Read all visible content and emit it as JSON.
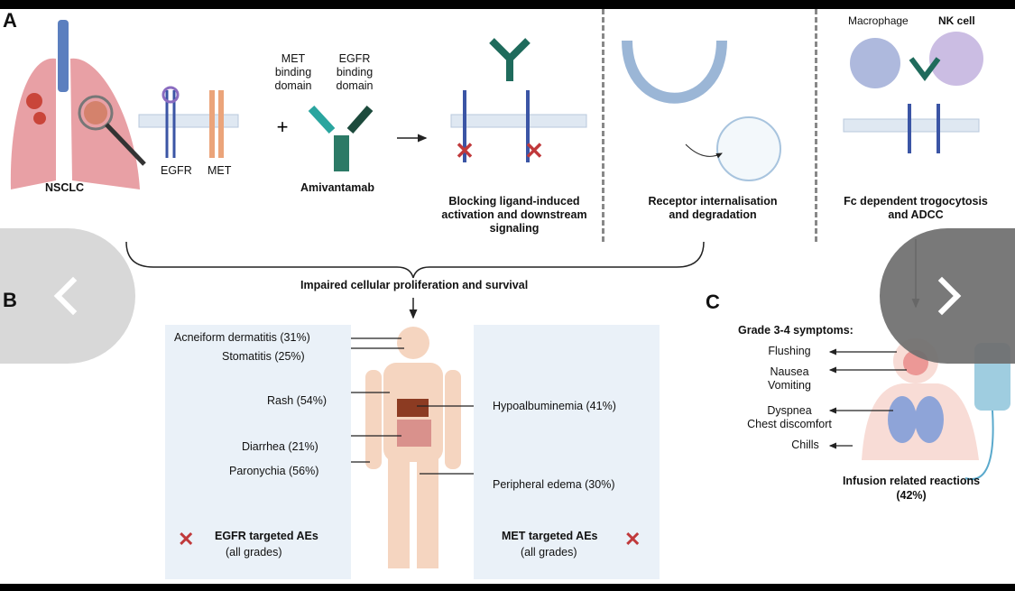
{
  "panels": {
    "a": "A",
    "b": "B",
    "c": "C"
  },
  "panel_a": {
    "nsclc": "NSCLC",
    "egfr": "EGFR",
    "met": "MET",
    "met_domain": "MET\nbinding\ndomain",
    "egfr_domain": "EGFR\nbinding\ndomain",
    "plus": "+",
    "amivantamab": "Amivantamab",
    "blocking": "Blocking ligand-induced\nactivation and downstream\nsignaling",
    "internalisation": "Receptor internalisation\nand degradation",
    "macrophage": "Macrophage",
    "nk_cell": "NK cell",
    "adcc": "Fc dependent trogocytosis\nand ADCC",
    "impaired": "Impaired cellular proliferation and survival"
  },
  "panel_b": {
    "egfr_aes": [
      {
        "label": "Acneiform dermatitis (31%)"
      },
      {
        "label": "Stomatitis (25%)"
      },
      {
        "label": "Rash (54%)"
      },
      {
        "label": "Diarrhea (21%)"
      },
      {
        "label": "Paronychia (56%)"
      }
    ],
    "met_aes": [
      {
        "label": "Hypoalbuminemia (41%)"
      },
      {
        "label": "Peripheral edema (30%)"
      }
    ],
    "egfr_title": "EGFR targeted AEs",
    "egfr_sub": "(all grades)",
    "met_title": "MET targeted AEs",
    "met_sub": "(all grades)"
  },
  "panel_c": {
    "heading": "Grade 3-4 symptoms:",
    "symptoms": [
      "Flushing",
      "Nausea\nVomiting",
      "Dyspnea\nChest discomfort",
      "Chills"
    ],
    "title": "Infusion related reactions",
    "pct": "(42%)"
  },
  "viewer": {
    "prev_icon": "chevron-left-icon",
    "next_icon": "chevron-right-icon"
  }
}
